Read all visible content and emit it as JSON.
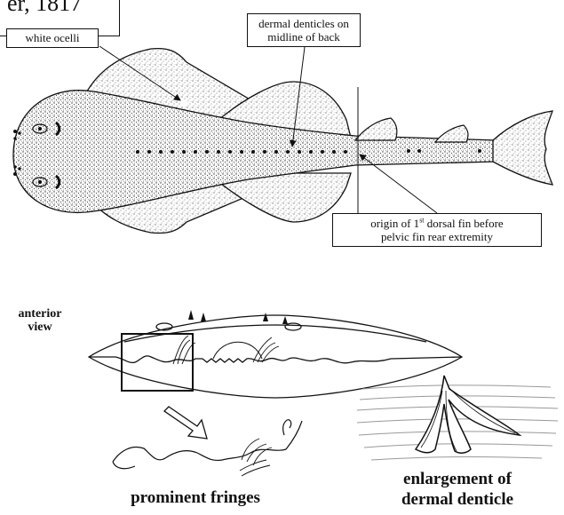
{
  "title_fragment": "er, 1817",
  "labels": {
    "white_ocelli": "white ocelli",
    "dermal_line1": "dermal denticles on",
    "dermal_line2": "midline of back",
    "origin_pre": "origin of 1",
    "origin_sup": "st",
    "origin_post": " dorsal fin before",
    "origin_line2": "pelvic fin rear extremity",
    "anterior_line1": "anterior",
    "anterior_line2": "view",
    "prominent_fringes": "prominent fringes",
    "enlargement_line1": "enlargement of",
    "enlargement_line2": "dermal denticle"
  }
}
